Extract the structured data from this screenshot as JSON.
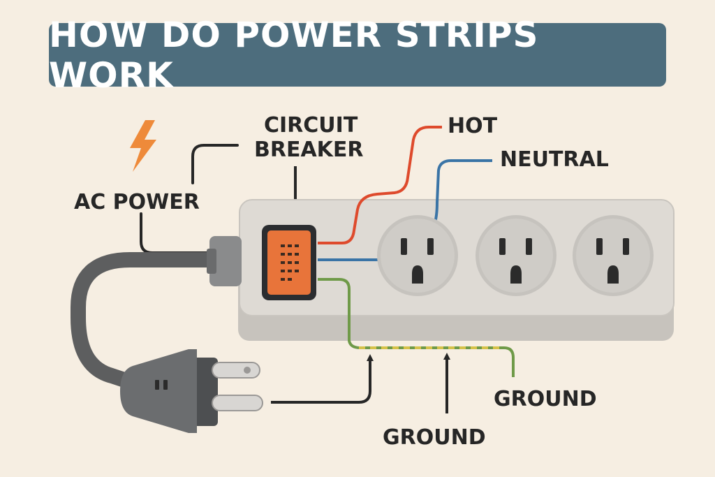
{
  "title": "HOW DO POWER STRIPS WORK",
  "labels": {
    "ac_power": "AC POWER",
    "circuit_breaker_line1": "CIRCUIT",
    "circuit_breaker_line2": "BREAKER",
    "hot": "HOT",
    "neutral": "NEUTRAL",
    "ground_right": "GROUND",
    "ground_bottom": "GROUND"
  },
  "colors": {
    "background": "#f6eee2",
    "banner": "#4d6d7d",
    "hot_wire": "#de4a2c",
    "neutral_wire": "#3a74a6",
    "ground_wire": "#6f9a48",
    "breaker": "#e8743a",
    "lightning": "#ee8a3a"
  },
  "outlets_count": 3
}
